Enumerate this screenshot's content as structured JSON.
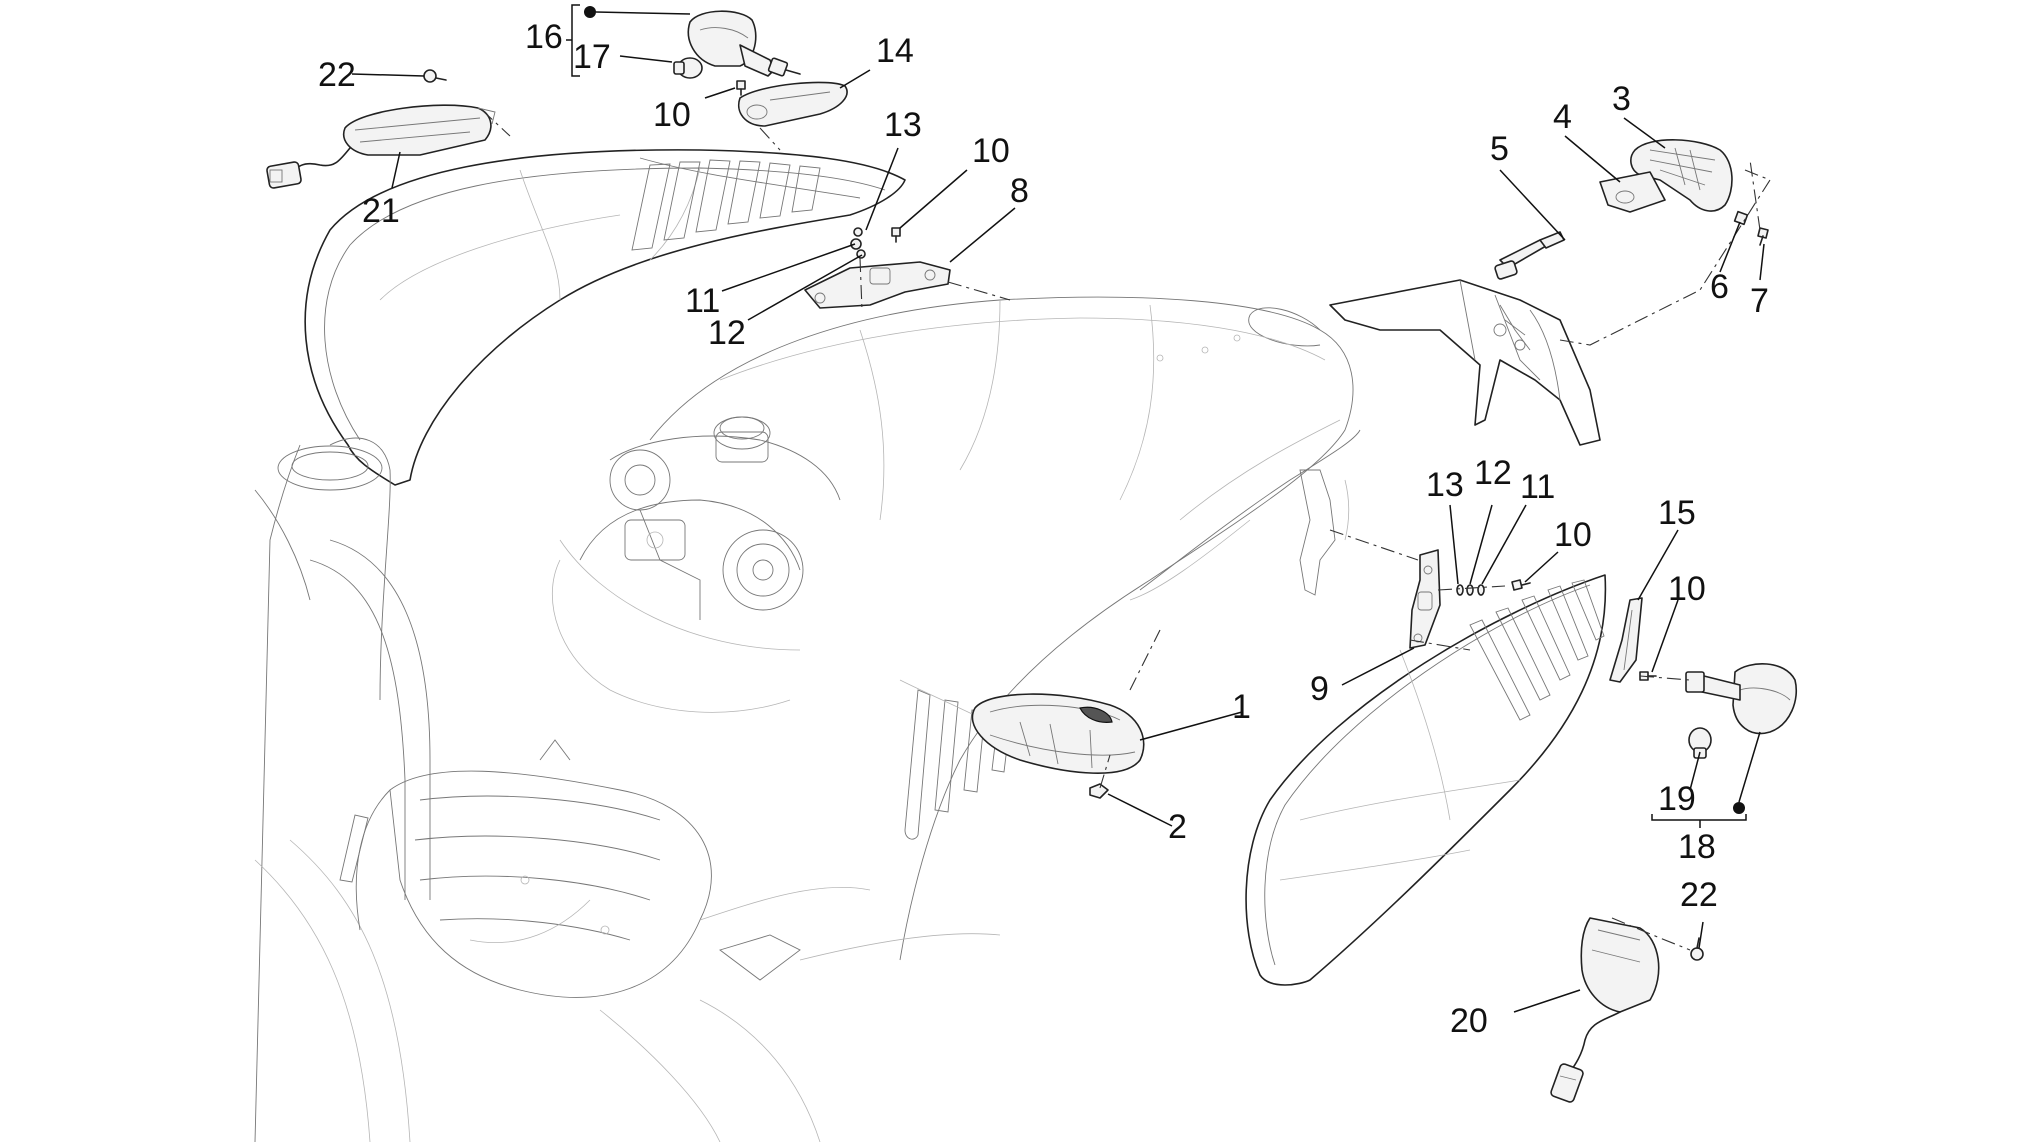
{
  "callouts": [
    {
      "id": "c1",
      "text": "1"
    },
    {
      "id": "c2",
      "text": "2"
    },
    {
      "id": "c3",
      "text": "3"
    },
    {
      "id": "c4",
      "text": "4"
    },
    {
      "id": "c5",
      "text": "5"
    },
    {
      "id": "c6",
      "text": "6"
    },
    {
      "id": "c7",
      "text": "7"
    },
    {
      "id": "c8",
      "text": "8"
    },
    {
      "id": "c9",
      "text": "9"
    },
    {
      "id": "c10a",
      "text": "10"
    },
    {
      "id": "c10b",
      "text": "10"
    },
    {
      "id": "c10c",
      "text": "10"
    },
    {
      "id": "c10d",
      "text": "10"
    },
    {
      "id": "c11a",
      "text": "11"
    },
    {
      "id": "c11b",
      "text": "11"
    },
    {
      "id": "c12a",
      "text": "12"
    },
    {
      "id": "c12b",
      "text": "12"
    },
    {
      "id": "c13a",
      "text": "13"
    },
    {
      "id": "c13b",
      "text": "13"
    },
    {
      "id": "c14",
      "text": "14"
    },
    {
      "id": "c15",
      "text": "15"
    },
    {
      "id": "c16",
      "text": "16"
    },
    {
      "id": "c17",
      "text": "17"
    },
    {
      "id": "c18",
      "text": "18"
    },
    {
      "id": "c19",
      "text": "19"
    },
    {
      "id": "c20",
      "text": "20"
    },
    {
      "id": "c21",
      "text": "21"
    },
    {
      "id": "c22a",
      "text": "22"
    },
    {
      "id": "c22b",
      "text": "22"
    }
  ]
}
